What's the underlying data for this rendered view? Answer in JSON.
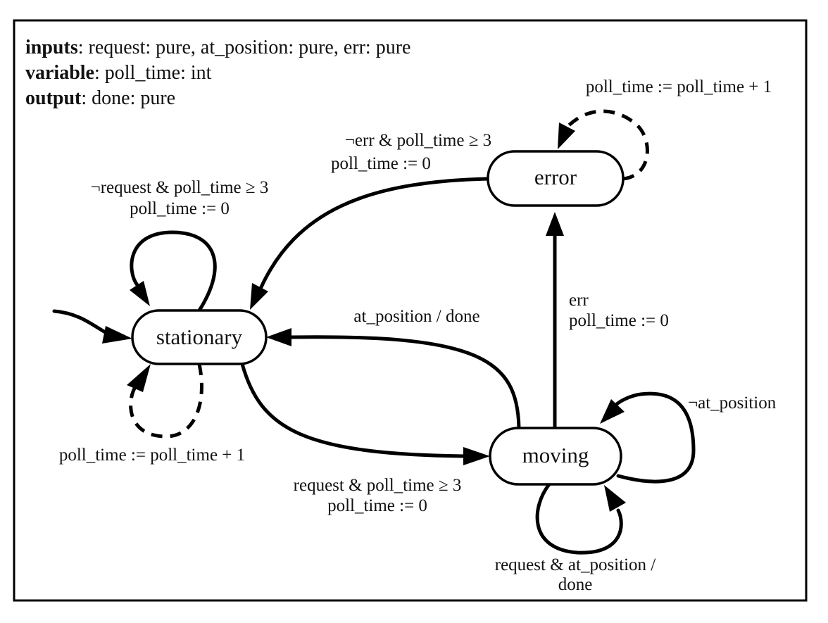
{
  "declarations": {
    "inputs_keyword": "inputs",
    "inputs_text": ": request: pure, at_position: pure, err: pure",
    "variable_keyword": "variable",
    "variable_text": ": poll_time: int",
    "output_keyword": "output",
    "output_text": ": done: pure"
  },
  "states": {
    "stationary": "stationary",
    "moving": "moving",
    "error": "error"
  },
  "transitions": {
    "stationary_self_top": {
      "guard": "¬request & poll_time ≥ 3",
      "action": "poll_time := 0"
    },
    "stationary_self_bottom": {
      "action": "poll_time := poll_time + 1"
    },
    "stationary_to_moving": {
      "guard": "request & poll_time ≥ 3",
      "action": "poll_time := 0"
    },
    "moving_to_stationary": {
      "guard": "at_position / done"
    },
    "moving_to_error": {
      "guard": "err",
      "action": "poll_time := 0"
    },
    "error_to_stationary": {
      "guard": "¬err & poll_time ≥ 3",
      "action": "poll_time := 0"
    },
    "error_self": {
      "action": "poll_time := poll_time + 1"
    },
    "moving_self_right": {
      "guard": "¬at_position"
    },
    "moving_self_bottom": {
      "guard": "request & at_position /",
      "output": "done"
    }
  }
}
